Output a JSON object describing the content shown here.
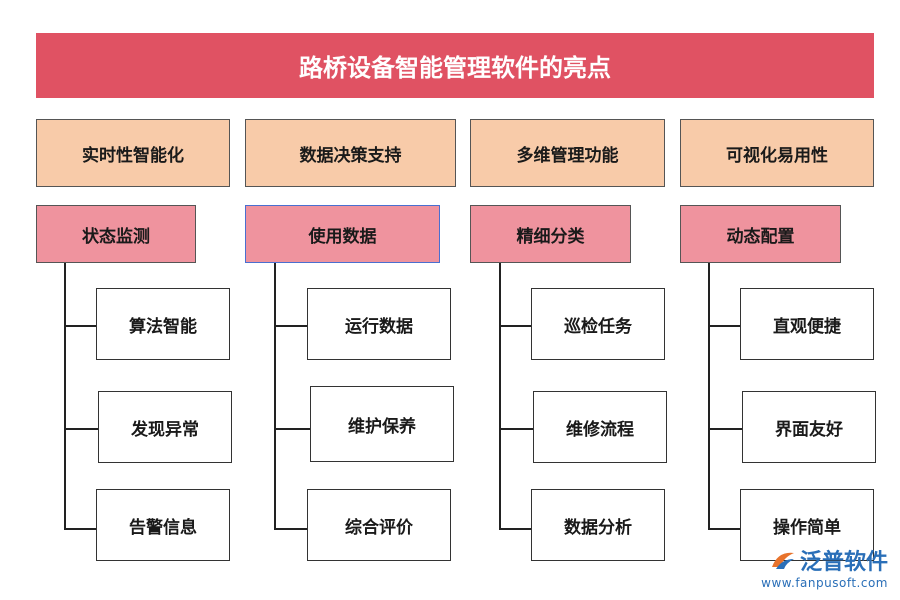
{
  "title": "路桥设备智能管理软件的亮点",
  "columns": [
    {
      "category": "实时性智能化",
      "sub": "状态监测",
      "items": [
        "算法智能",
        "发现异常",
        "告警信息"
      ]
    },
    {
      "category": "数据决策支持",
      "sub": "使用数据",
      "items": [
        "运行数据",
        "维护保养",
        "综合评价"
      ]
    },
    {
      "category": "多维管理功能",
      "sub": "精细分类",
      "items": [
        "巡检任务",
        "维修流程",
        "数据分析"
      ]
    },
    {
      "category": "可视化易用性",
      "sub": "动态配置",
      "items": [
        "直观便捷",
        "界面友好",
        "操作简单"
      ]
    }
  ],
  "watermark": {
    "name": "泛普软件",
    "url": "www.fanpusoft.com"
  },
  "colors": {
    "title_bg": "#e05263",
    "category_bg": "#f8cba9",
    "sub_bg": "#ef939e"
  }
}
